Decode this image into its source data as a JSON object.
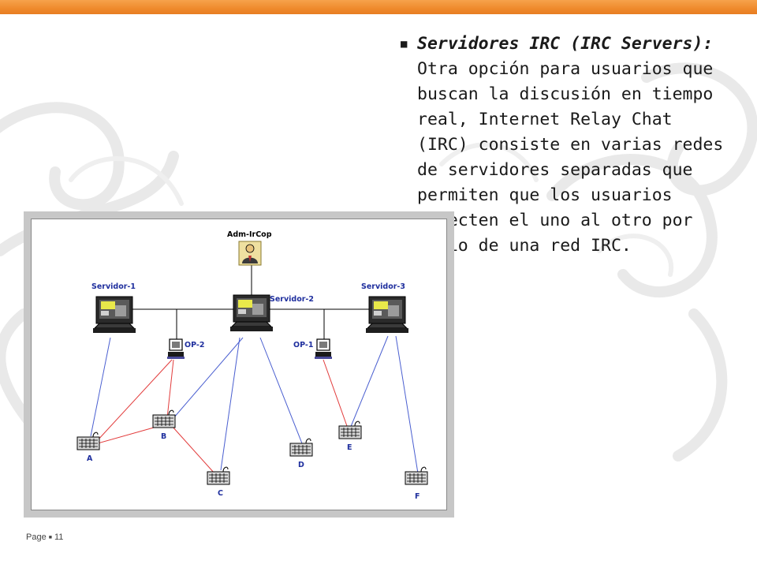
{
  "slide": {
    "accent_color": "#ef8a2c",
    "bullet_text": {
      "term": "Servidores IRC (IRC Servers):",
      "body": " Otra opción para usuarios que buscan la discusión en tiempo real, Internet Relay Chat (IRC) consiste en varias redes de servidores separadas que permiten que los usuarios conecten el uno al otro por medio de una red IRC."
    },
    "footer": {
      "page_label": "Page",
      "page_number": "11"
    }
  },
  "diagram": {
    "nodes": {
      "admin": "Adm-IrCop",
      "server1": "Servidor-1",
      "server2": "Servidor-2",
      "server3": "Servidor-3",
      "op2": "OP-2",
      "op1": "OP-1",
      "a": "A",
      "b": "B",
      "c": "C",
      "d": "D",
      "e": "E",
      "f": "F"
    },
    "colors": {
      "server_link": "#4a5fd0",
      "operator_link": "#e23b3b",
      "backbone": "#000000",
      "label": "#1f2f9e"
    }
  }
}
